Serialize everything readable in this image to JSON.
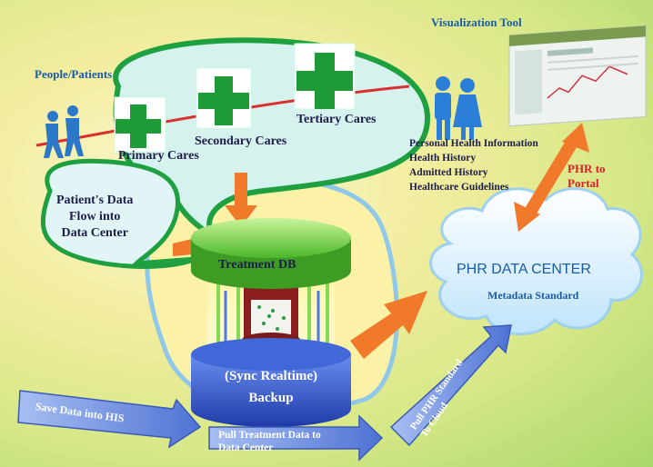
{
  "labels": {
    "people_patients": "People/Patients",
    "visualization_tool": "Visualization Tool",
    "tertiary_cares": "Tertiary Cares",
    "secondary_cares": "Secondary Cares",
    "primary_cares": "Primary Cares",
    "patient_flow": [
      "Patient's Data",
      "Flow into",
      "Data Center"
    ],
    "treatment_db": "Treatment DB",
    "backup_line1": "(Sync Realtime)",
    "backup_line2": "Backup",
    "phr_data_center": "PHR DATA CENTER",
    "metadata_standard": "Metadata Standard",
    "phr_to_portal": [
      "PHR to",
      "Portal"
    ],
    "health_info": [
      "Personal Health Information",
      "Health History",
      "Admitted History",
      "Healthcare Guidelines"
    ],
    "save_data": "Save Data into HIS",
    "pull_treatment": [
      "Pull Treatment Data to",
      "Data Center"
    ],
    "pull_phr": [
      "Pull PHR Standard",
      "To Cloud"
    ]
  },
  "colors": {
    "arrow_blue": "#5a7fd8",
    "arrow_orange": "#f07a2a",
    "cross_green": "#1e9a36",
    "db_green": "#6fd83a",
    "db_blue": "#2d55c8",
    "cloud_blue": "#d8eefc",
    "red_line": "#d83030"
  },
  "icons": [
    "green-cross-icon",
    "people-icon",
    "man-woman-icon",
    "browser-screenshot"
  ]
}
